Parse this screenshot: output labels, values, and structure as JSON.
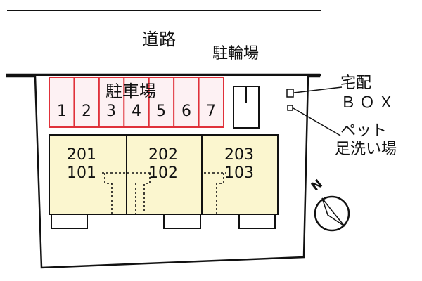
{
  "road": {
    "label": "道路"
  },
  "bicycle_parking": {
    "label": "駐輪場"
  },
  "delivery_box": {
    "label_line1": "宅配",
    "label_line2": "ＢＯＸ"
  },
  "pet_wash": {
    "label_line1": "ペット",
    "label_line2": "足洗い場"
  },
  "parking": {
    "label": "駐車場",
    "stalls": [
      "1",
      "2",
      "3",
      "4",
      "5",
      "6",
      "7"
    ]
  },
  "units": [
    {
      "upper": "201",
      "lower": "101"
    },
    {
      "upper": "202",
      "lower": "102"
    },
    {
      "upper": "203",
      "lower": "103"
    }
  ],
  "compass": {
    "north_letter": "N"
  },
  "colors": {
    "parking_outline": "#e0313a",
    "parking_fill": "#fdf1f3",
    "unit_fill": "#fbf6cf",
    "outline": "#111111"
  }
}
